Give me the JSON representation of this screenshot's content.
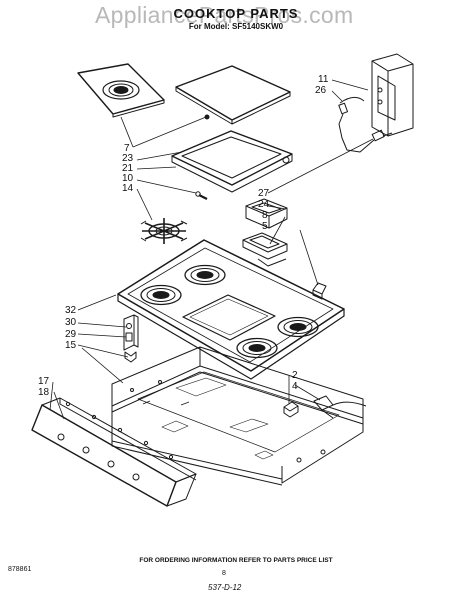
{
  "watermark": "AppliancePartsPros.com",
  "header": {
    "title": "COOKTOP PARTS",
    "subtitle": "For Model: SF5140SKW0"
  },
  "callouts": {
    "c7": "7",
    "c23": "23",
    "c21": "21",
    "c10": "10",
    "c14": "14",
    "c11": "11",
    "c26": "26",
    "c27": "27",
    "c24": "24",
    "c8": "8",
    "c5": "5",
    "c32": "32",
    "c30": "30",
    "c29": "29",
    "c15": "15",
    "c17": "17",
    "c18": "18",
    "c2": "2",
    "c4": "4"
  },
  "footer": {
    "note": "FOR ORDERING INFORMATION REFER TO PARTS PRICE LIST",
    "page": "8",
    "code": "878861",
    "stamp": "537-D-12"
  }
}
